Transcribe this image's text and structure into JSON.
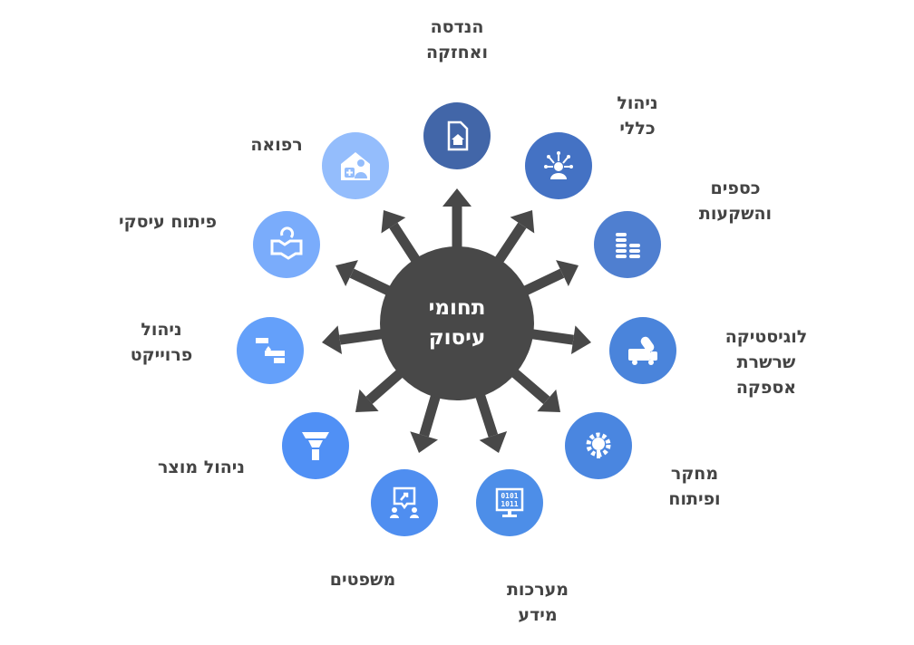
{
  "center": {
    "line1": "תחומי",
    "line2": "עיסוק"
  },
  "colors": {
    "hub": "#484848",
    "arrow": "#484848",
    "text": "#444444"
  },
  "domains": [
    {
      "label1": "הנדסה",
      "label2": "ואחזקה",
      "icon": "document-home-icon",
      "color": "#4266a8"
    },
    {
      "label1": "ניהול",
      "label2": "כללי",
      "icon": "leader-network-icon",
      "color": "#4472c4"
    },
    {
      "label1": "כספים",
      "label2": "והשקעות",
      "icon": "coin-stacks-icon",
      "color": "#4f7fd0"
    },
    {
      "label1": "לוגיסטיקה",
      "label2": "שרשרת",
      "label3": "אספקה",
      "icon": "truck-capsule-icon",
      "color": "#4a84db"
    },
    {
      "label1": "מחקר",
      "label2": "ופיתוח",
      "icon": "gear-bulb-icon",
      "color": "#4a86e0"
    },
    {
      "label1": "מערכות",
      "label2": "מידע",
      "icon": "binary-monitor-icon",
      "color": "#4d8ee8"
    },
    {
      "label1": "משפטים",
      "icon": "gavel-meeting-icon",
      "color": "#4f8ef0"
    },
    {
      "label1": "ניהול מוצר",
      "icon": "funnel-icon",
      "color": "#5090f5"
    },
    {
      "label1": "ניהול",
      "label2": "פרוייקט",
      "icon": "gantt-icon",
      "color": "#64a0fa"
    },
    {
      "label1": "פיתוח עיסקי",
      "icon": "handshake-icon",
      "color": "#7aacfb"
    },
    {
      "label1": "רפואה",
      "icon": "clinic-icon",
      "color": "#94bdfc"
    }
  ]
}
